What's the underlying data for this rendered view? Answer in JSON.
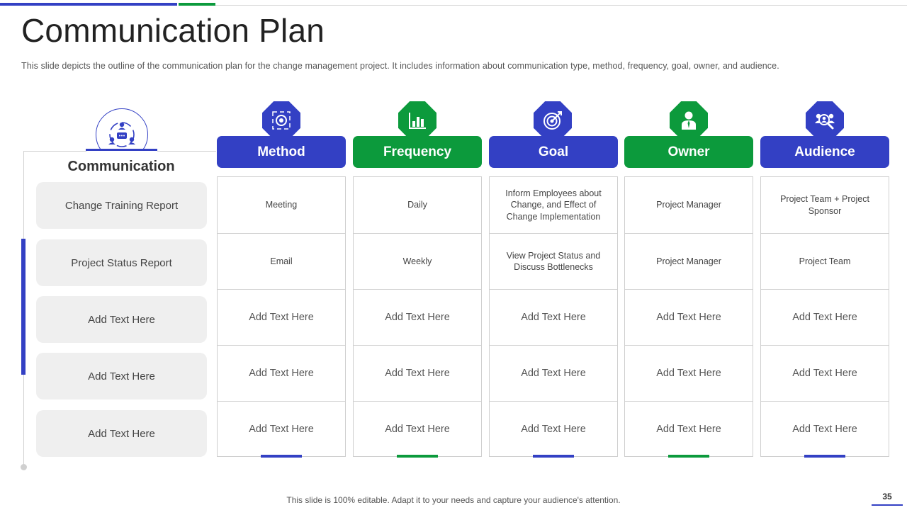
{
  "slide": {
    "title": "Communication Plan",
    "subtitle": "This slide depicts the outline of the communication plan for the change management project. It includes information about communication type, method, frequency, goal, owner, and audience.",
    "footer": "This slide is 100% editable. Adapt it to your needs and capture your audience's attention.",
    "page_number": "35"
  },
  "colors": {
    "blue": "#3340c4",
    "green": "#0c9a3c"
  },
  "communication": {
    "header": "Communication",
    "icon": "team-communication-icon",
    "rows": [
      "Change Training Report",
      "Project Status Report",
      "Add Text Here",
      "Add Text Here",
      "Add Text Here"
    ]
  },
  "columns": [
    {
      "header": "Method",
      "icon": "gear-target-icon",
      "color": "blue",
      "cells": [
        "Meeting",
        "Email",
        "Add Text Here",
        "Add Text Here",
        "Add Text Here"
      ]
    },
    {
      "header": "Frequency",
      "icon": "bar-chart-icon",
      "color": "green",
      "cells": [
        "Daily",
        "Weekly",
        "Add Text Here",
        "Add Text Here",
        "Add Text Here"
      ]
    },
    {
      "header": "Goal",
      "icon": "target-icon",
      "color": "blue",
      "cells": [
        "Inform Employees about Change, and Effect of Change Implementation",
        "View Project Status and Discuss Bottlenecks",
        "Add Text Here",
        "Add Text Here",
        "Add Text Here"
      ]
    },
    {
      "header": "Owner",
      "icon": "person-icon",
      "color": "green",
      "cells": [
        "Project Manager",
        "Project Manager",
        "Add Text Here",
        "Add Text Here",
        "Add Text Here"
      ]
    },
    {
      "header": "Audience",
      "icon": "audience-search-icon",
      "color": "blue",
      "cells": [
        "Project Team + Project Sponsor",
        "Project Team",
        "Add Text Here",
        "Add Text Here",
        "Add Text Here"
      ]
    }
  ]
}
